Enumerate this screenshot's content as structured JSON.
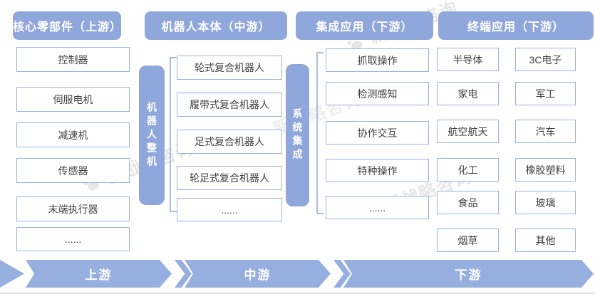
{
  "watermark": {
    "text": "新战略咨询",
    "logo": "paw-icon"
  },
  "colors": {
    "accent_blue": "#8FA7DA",
    "arrow_blue": "#97AFDF",
    "box_border": "#9CB2DD",
    "box_text": "#3F3F3F",
    "bracket_line": "#AEBDD7",
    "watermark_gray": "#DADADA",
    "baseline_gray": "#DCDCDC"
  },
  "columns": [
    {
      "header": "核心零部件（上游）",
      "items": [
        "控制器",
        "伺服电机",
        "减速机",
        "传感器",
        "末端执行器",
        "......"
      ]
    },
    {
      "header": "机器人本体（中游）",
      "side_label": "机器人整机",
      "items": [
        "轮式复合机器人",
        "履带式复合机器人",
        "足式复合机器人",
        "轮足式复合机器人",
        "......"
      ]
    },
    {
      "header": "集成应用（下游）",
      "side_label": "系统集成",
      "items": [
        "抓取操作",
        "检测感知",
        "协作交互",
        "特种操作",
        "......"
      ]
    },
    {
      "header": "终端应用（下游）",
      "items_left": [
        "半导体",
        "家电",
        "航空航天",
        "化工",
        "食品",
        "烟草"
      ],
      "items_right": [
        "3C电子",
        "军工",
        "汽车",
        "橡胶塑料",
        "玻璃",
        "其他"
      ]
    }
  ],
  "flow_banner": {
    "segments": [
      "上游",
      "中游",
      "下游"
    ]
  }
}
